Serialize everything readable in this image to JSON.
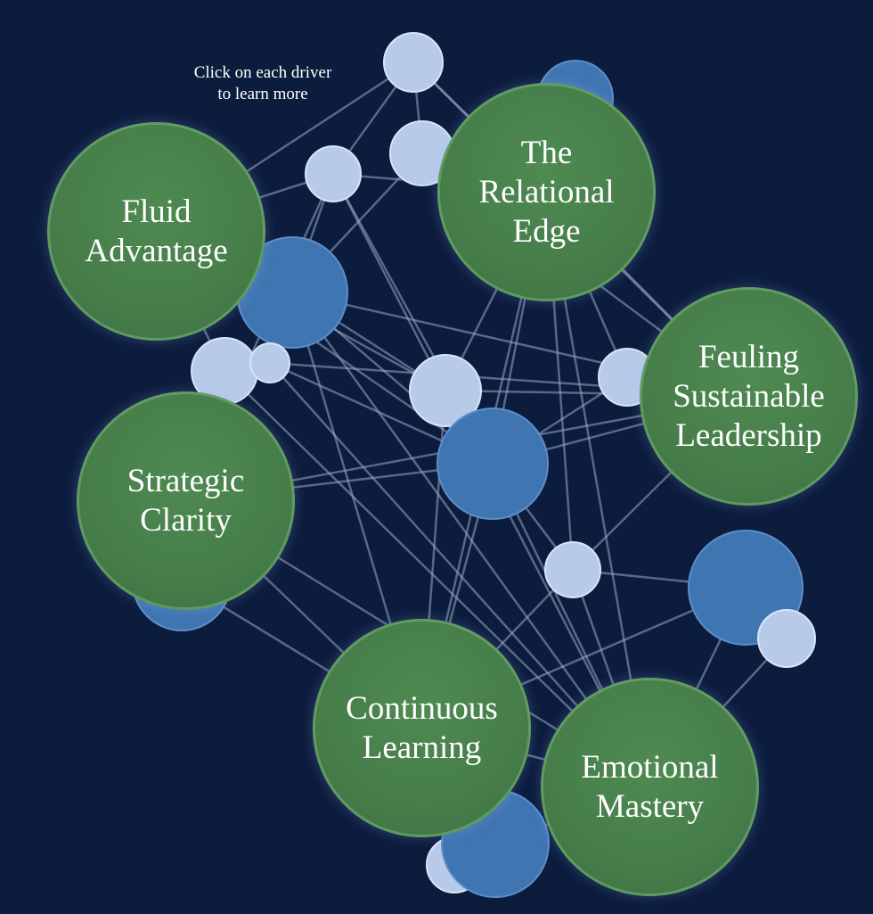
{
  "instruction": [
    "Click on each driver",
    "to learn more"
  ],
  "colors": {
    "background": "#0c1c3d",
    "driver_fill": "#467d49",
    "node_dark": "#3f75b0",
    "node_light": "#b7cbe9",
    "edge": "#9aa8c6"
  },
  "drivers": [
    {
      "id": "fluid-advantage",
      "lines": [
        "Fluid",
        "Advantage"
      ]
    },
    {
      "id": "relational-edge",
      "lines": [
        "The",
        "Relational",
        "Edge"
      ]
    },
    {
      "id": "sustainable-leadership",
      "lines": [
        "Feuling",
        "Sustainable",
        "Leadership"
      ]
    },
    {
      "id": "strategic-clarity",
      "lines": [
        "Strategic",
        "Clarity"
      ]
    },
    {
      "id": "continuous-learning",
      "lines": [
        "Continuous",
        "Learning"
      ]
    },
    {
      "id": "emotional-mastery",
      "lines": [
        "Emotional",
        "Mastery"
      ]
    }
  ]
}
